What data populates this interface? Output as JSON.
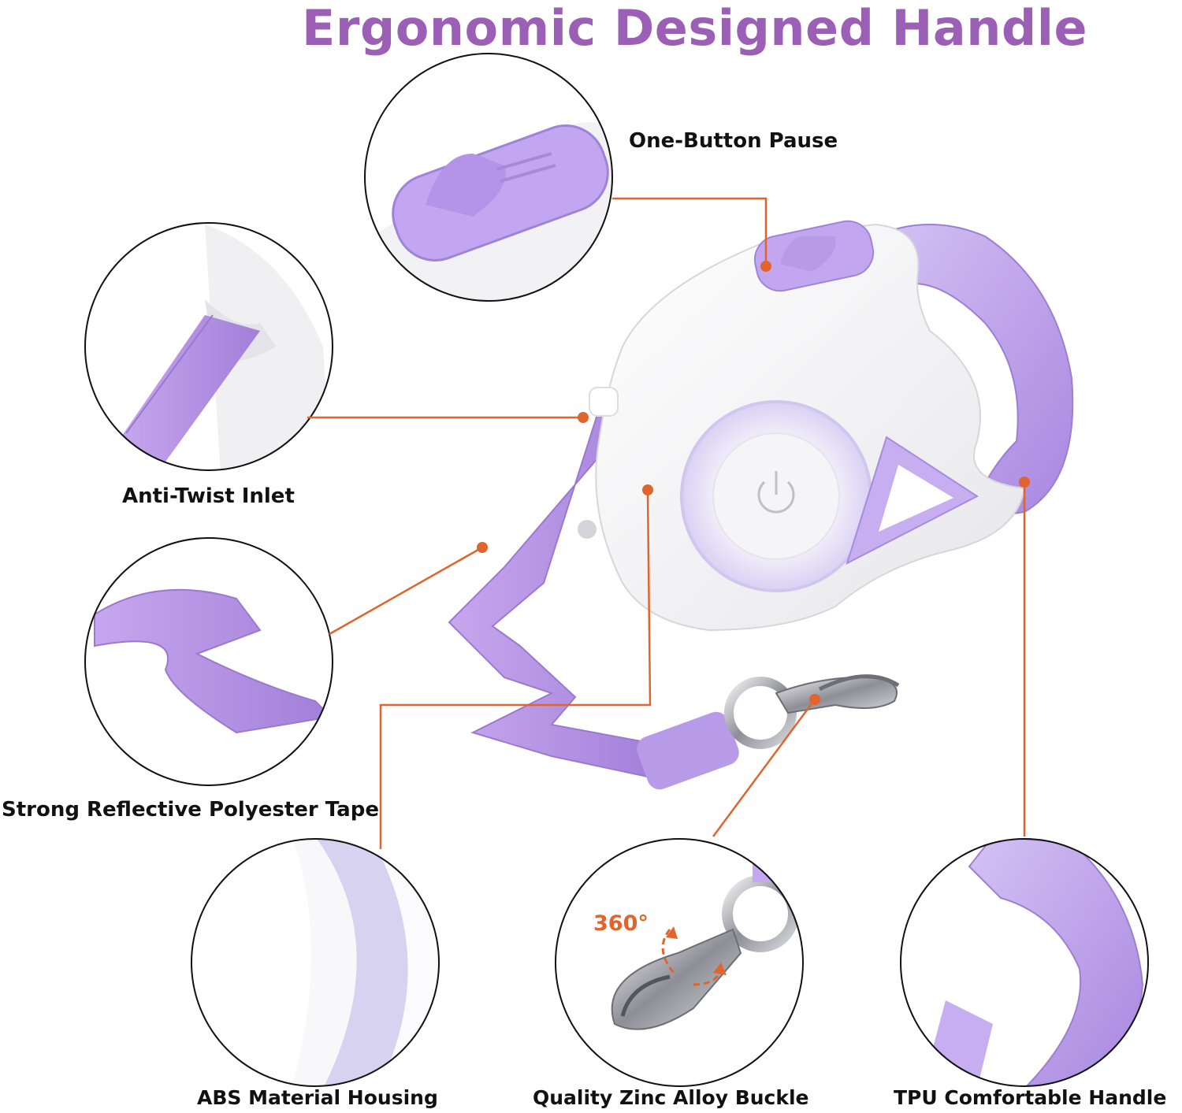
{
  "heading": "Ergonomic Designed Handle",
  "callouts": {
    "pause": "One-Button Pause",
    "inlet": "Anti-Twist Inlet",
    "tape": "Strong Reflective Polyester Tape",
    "housing": "ABS Material Housing",
    "buckle": "Quality Zinc Alloy Buckle",
    "handle": "TPU Comfortable Handle",
    "rotation": "360°"
  },
  "colors": {
    "heading": "#9b5fb5",
    "lavender": "#b99be8",
    "leader": "#e0652d",
    "housing": "#ffffff"
  },
  "icons": [
    "power-icon",
    "rotate-arrow-icon"
  ]
}
